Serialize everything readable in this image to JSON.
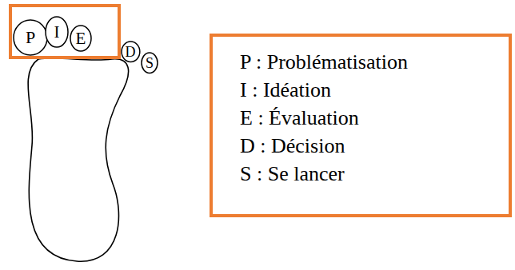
{
  "diagram": {
    "nodes": [
      {
        "text": [
          "P"
        ]
      },
      {
        "text": [
          "I"
        ]
      },
      {
        "text": [
          "E"
        ]
      },
      {
        "text": [
          "D"
        ]
      },
      {
        "text": [
          "S"
        ]
      },
      {
        "text": [
          "P : Problématisation",
          "I : Idéation",
          "E : Évaluation",
          "D : Décision",
          "S : Se lancer"
        ]
      }
    ]
  }
}
